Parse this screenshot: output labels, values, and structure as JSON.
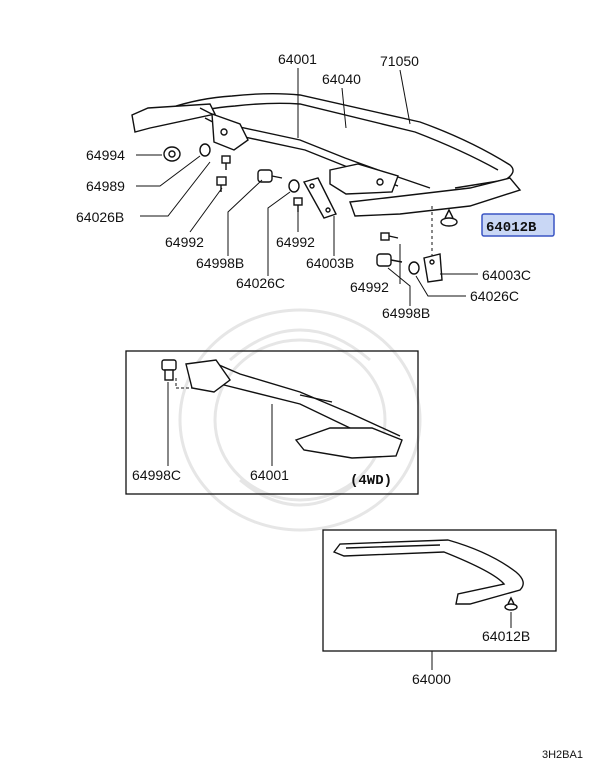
{
  "labels": {
    "p64001_top": "64001",
    "p64040": "64040",
    "p71050": "71050",
    "p64994": "64994",
    "p64989": "64989",
    "p64026b": "64026B",
    "p64992_a": "64992",
    "p64998b_a": "64998B",
    "p64992_b": "64992",
    "p64003b": "64003B",
    "p64026c_a": "64026C",
    "p64012b_hl": "64012B",
    "p64003c": "64003C",
    "p64992_c": "64992",
    "p64026c_b": "64026C",
    "p64998b_b": "64998B",
    "p64998c": "64998C",
    "p64001_box": "64001",
    "tag_4wd": "(4WD)",
    "p64012b_box": "64012B",
    "p64000": "64000",
    "code": "3H2BA1"
  },
  "colors": {
    "highlight_fill": "#c9d7f5",
    "highlight_stroke": "#3a55c4",
    "ink": "#111111"
  }
}
